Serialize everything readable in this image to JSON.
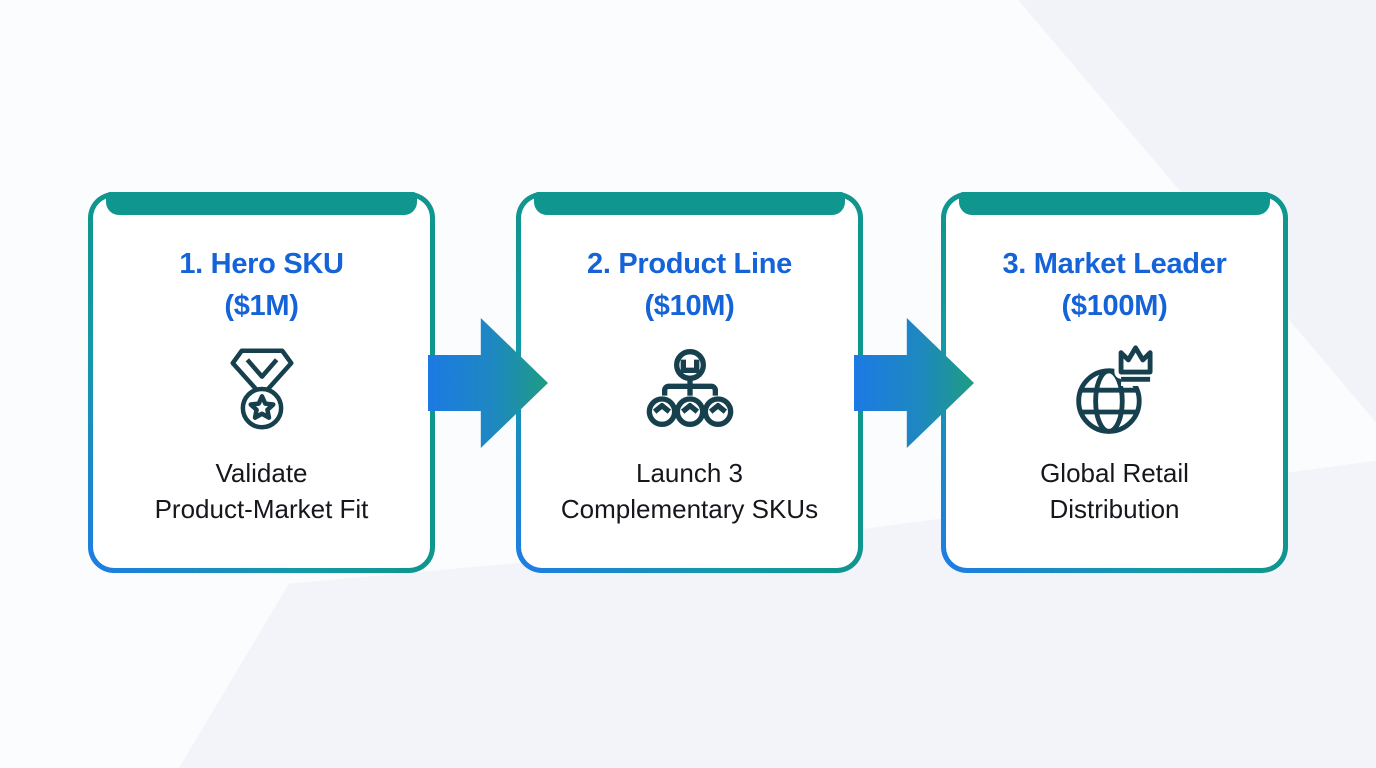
{
  "page": {
    "background_color": "#fbfcfe",
    "background_accent_color": "#edf0f5"
  },
  "theme": {
    "card_border_gradient_start_blue": "#1e7ce6",
    "card_border_gradient_end_teal": "#0f968e",
    "card_topbar_teal": "#0f968e",
    "title_blue": "#1463d8",
    "description_dark": "#15171c",
    "icon_dark": "#17404f",
    "arrow_gradient_blue": "#1c7ae4",
    "arrow_gradient_green": "#1f9c82"
  },
  "steps": [
    {
      "title_line1": "1. Hero SKU",
      "title_line2": "($1M)",
      "icon": "medal-star-icon",
      "desc_line1": "Validate",
      "desc_line2": "Product-Market Fit"
    },
    {
      "title_line1": "2. Product Line",
      "title_line2": "($10M)",
      "icon": "product-hierarchy-icon",
      "desc_line1": "Launch 3",
      "desc_line2": "Complementary SKUs"
    },
    {
      "title_line1": "3. Market Leader",
      "title_line2": "($100M)",
      "icon": "globe-crown-icon",
      "desc_line1": "Global Retail",
      "desc_line2": "Distribution"
    }
  ],
  "connectors": [
    {
      "name": "arrow-step1-to-step2",
      "direction": "right"
    },
    {
      "name": "arrow-step2-to-step3",
      "direction": "right"
    }
  ]
}
